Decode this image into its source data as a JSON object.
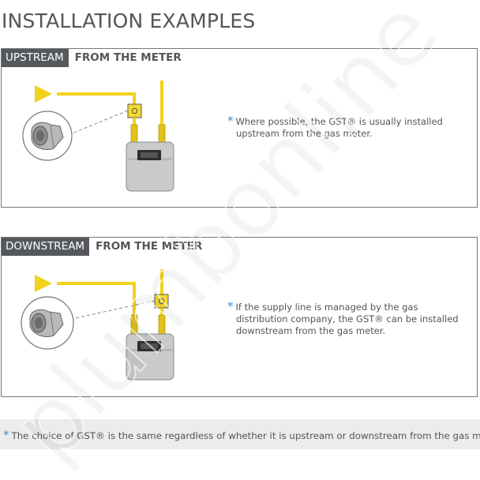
{
  "page": {
    "title": "INSTALLATION EXAMPLES"
  },
  "upstream": {
    "tab_label": "UPSTREAM",
    "tab_sub": "FROM THE METER",
    "note_line1": "Where possible, the GST® is usually installed",
    "note_line2": "upstream from the gas meter."
  },
  "downstream": {
    "tab_label": "DOWNSTREAM",
    "tab_sub": "FROM THE METER",
    "note_line1": "If the supply line is managed by the gas",
    "note_line2": "distribution company, the GST® can be installed",
    "note_line3": "downstream from the gas meter."
  },
  "footer": {
    "text": "The choice of GST® is the same regardless of whether it is upstream or downstream from the gas meter."
  },
  "watermark": {
    "text": "plumbonline"
  },
  "icons": {
    "bullet": "asterisk-icon",
    "flow": "arrow-right-icon",
    "device": "gas-meter-icon",
    "valve": "gst-valve-icon"
  },
  "colors": {
    "pipe_yellow": "#f2d21a",
    "tab_dark": "#55585c",
    "accent_blue": "#3b8fd6",
    "meter_gray": "#c9cacb"
  }
}
